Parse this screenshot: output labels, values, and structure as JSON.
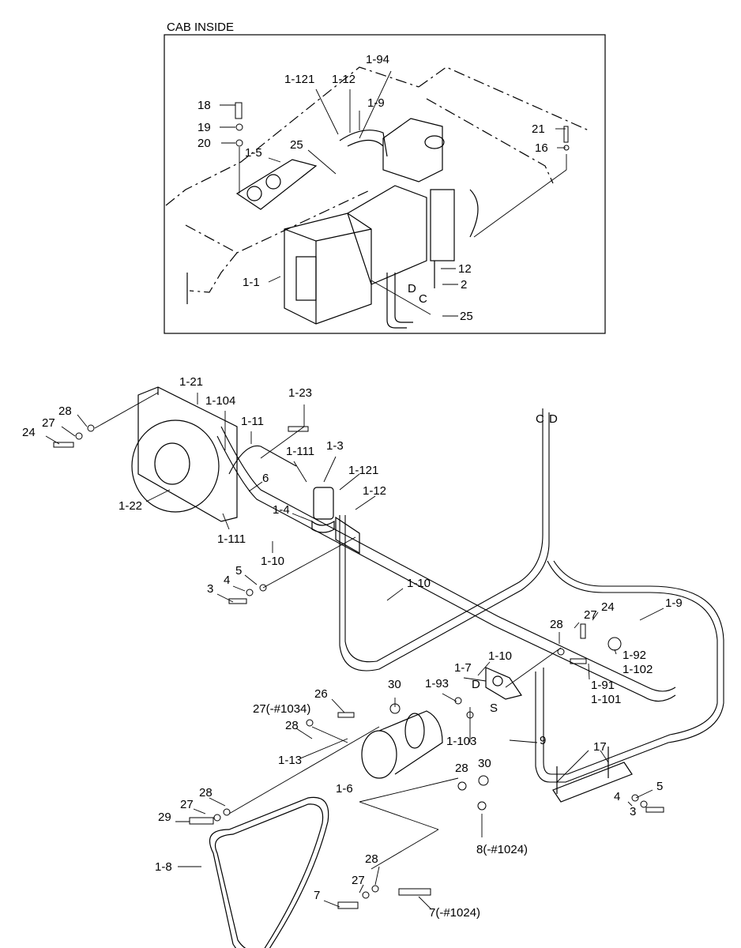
{
  "inset": {
    "title": "CAB INSIDE",
    "labels": [
      "1-121",
      "1-12",
      "1-94",
      "1-9",
      "18",
      "19",
      "20",
      "1-5",
      "25",
      "21",
      "16",
      "12",
      "2",
      "1-1",
      "D",
      "C",
      "25"
    ]
  },
  "main": {
    "labels": [
      "1-21",
      "1-104",
      "28",
      "27",
      "24",
      "1-23",
      "1-11",
      "1-111",
      "1-3",
      "1-121",
      "1-12",
      "6",
      "1-22",
      "1-4",
      "1-111",
      "1-10",
      "5",
      "4",
      "3",
      "C",
      "D",
      "1-10",
      "1-9",
      "24",
      "27",
      "28",
      "1-10",
      "1-92",
      "1-102",
      "1-91",
      "1-101",
      "1-7",
      "D",
      "S",
      "1-93",
      "30",
      "26",
      "27(-#1034)",
      "28",
      "1-103",
      "9",
      "1-13",
      "17",
      "28",
      "30",
      "1-6",
      "5",
      "4",
      "3",
      "8(-#1024)",
      "28",
      "27",
      "29",
      "1-8",
      "28",
      "27",
      "7",
      "7(-#1024)"
    ]
  }
}
